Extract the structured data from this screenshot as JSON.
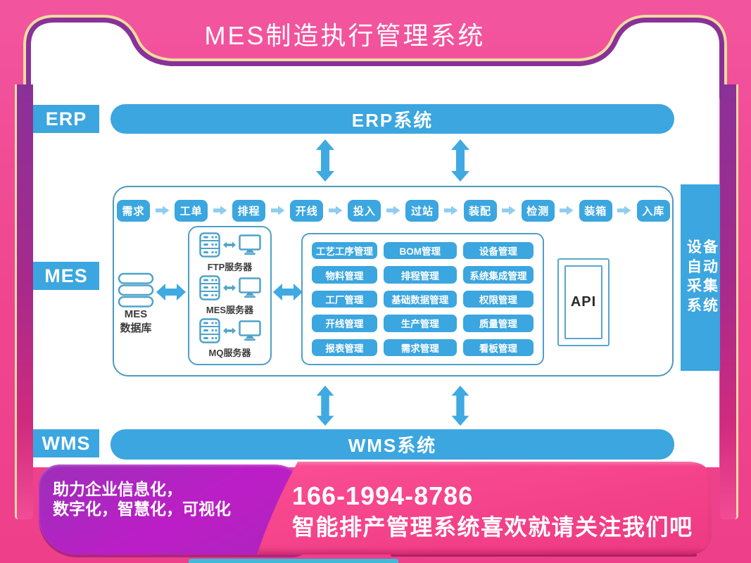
{
  "header": {
    "title": "MES制造执行管理系统"
  },
  "side_labels": {
    "erp": "ERP",
    "mes": "MES",
    "wms": "WMS"
  },
  "bars": {
    "erp": "ERP系统",
    "wms": "WMS系统"
  },
  "flow": [
    "需求",
    "工单",
    "排程",
    "开线",
    "投入",
    "过站",
    "装配",
    "检测",
    "装箱",
    "入库"
  ],
  "database": {
    "line1": "MES",
    "line2": "数据库"
  },
  "servers": [
    "FTP服务器",
    "MES服务器",
    "MQ服务器"
  ],
  "modules": [
    "工艺工序管理",
    "BOM管理",
    "设备管理",
    "物料管理",
    "排程管理",
    "系统集成管理",
    "工厂管理",
    "基础数据管理",
    "权限管理",
    "开线管理",
    "生产管理",
    "质量管理",
    "报表管理",
    "需求管理",
    "看板管理"
  ],
  "api": {
    "label": "API"
  },
  "right_bar": [
    "设备",
    "自动",
    "采集",
    "系统"
  ],
  "footer": {
    "tagline_line1": "助力企业信息化，",
    "tagline_line2": "数字化，智慧化，可视化",
    "phone": "166-1994-8786",
    "slogan": "智能排产管理系统喜欢就请关注我们吧"
  },
  "colors": {
    "blue": "#3BA6DF",
    "box_border": "#4E99BE",
    "pink_bg": "#F0549B",
    "purple_strip": "#8A3198",
    "gold_line": "#F0DCA0",
    "footer_purple": "#BC1EC6",
    "footer_pink": "#F4438B"
  }
}
